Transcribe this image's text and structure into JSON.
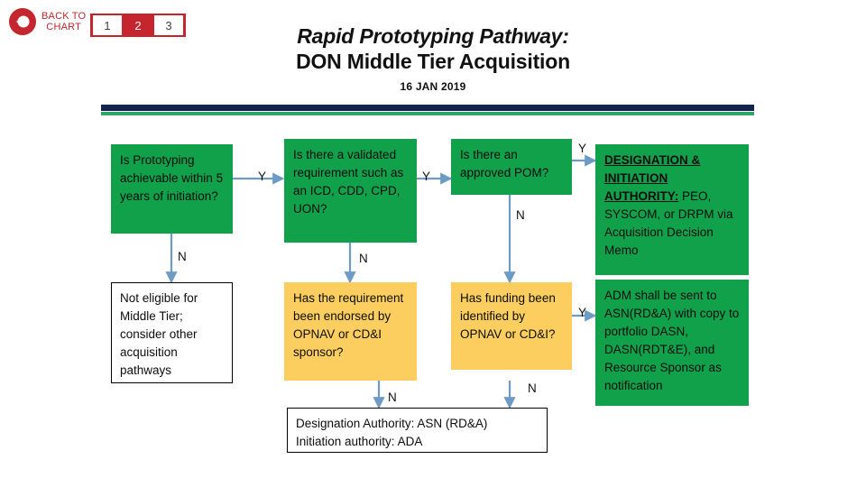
{
  "nav": {
    "back_icon": "back-arrow-circle-icon",
    "back_label": "BACK TO\nCHART",
    "tabs": [
      {
        "label": "1",
        "active": false
      },
      {
        "label": "2",
        "active": true
      },
      {
        "label": "3",
        "active": false
      }
    ]
  },
  "header": {
    "title_line1": "Rapid Prototyping Pathway:",
    "title_line2": "DON Middle Tier Acquisition",
    "date": "16 JAN 2019"
  },
  "colors": {
    "brand_red": "#C4252F",
    "green": "#12A14B",
    "yellow": "#FBCE5F",
    "navy": "#13244C",
    "bar_green": "#2EA36B",
    "connector": "#6E9BC5"
  },
  "flow": {
    "boxes": {
      "prototyping": "Is Prototyping achievable within 5 years of initiation?",
      "requirement": "Is there a validated requirement such as an ICD, CDD, CPD, UON?",
      "pom": "Is there an approved POM?",
      "authority_heading": "DESIGNATION & INITIATION AUTHORITY:",
      "authority_body": "PEO, SYSCOM, or DRPM via Acquisition Decision Memo",
      "not_eligible": "Not eligible for Middle Tier; consider other acquisition pathways",
      "endorsed": "Has the requirement been endorsed by OPNAV or CD&I sponsor?",
      "funding": "Has funding been identified by OPNAV or CD&I?",
      "adm": "ADM shall be sent to ASN(RD&A) with copy to portfolio DASN, DASN(RDT&E), and Resource Sponsor as notification",
      "designation_line1": "Designation Authority: ASN (RD&A)",
      "designation_line2": "Initiation authority: ADA"
    },
    "labels": {
      "y_prototyping": "Y",
      "y_requirement": "Y",
      "y_pom": "Y",
      "y_funding": "Y",
      "n_prototyping": "N",
      "n_requirement": "N",
      "n_pom": "N",
      "n_endorsed": "N",
      "n_funding": "N"
    }
  }
}
